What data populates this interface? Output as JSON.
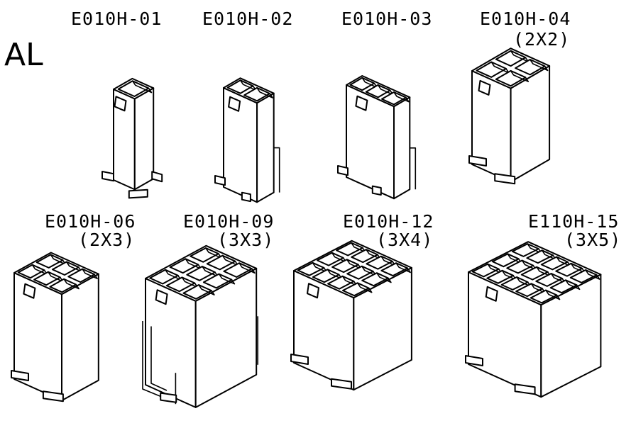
{
  "title_fragment": "AL",
  "parts": [
    {
      "model": "E010H-01",
      "grid": "",
      "rows": 1,
      "cols": 1
    },
    {
      "model": "E010H-02",
      "grid": "",
      "rows": 1,
      "cols": 2
    },
    {
      "model": "E010H-03",
      "grid": "",
      "rows": 1,
      "cols": 3
    },
    {
      "model": "E010H-04",
      "grid": "(2X2)",
      "rows": 2,
      "cols": 2
    },
    {
      "model": "E010H-06",
      "grid": "(2X3)",
      "rows": 2,
      "cols": 3
    },
    {
      "model": "E010H-09",
      "grid": "(3X3)",
      "rows": 3,
      "cols": 3
    },
    {
      "model": "E010H-12",
      "grid": "(3X4)",
      "rows": 3,
      "cols": 4
    },
    {
      "model": "E110H-15",
      "grid": "(3X5)",
      "rows": 3,
      "cols": 5
    }
  ]
}
